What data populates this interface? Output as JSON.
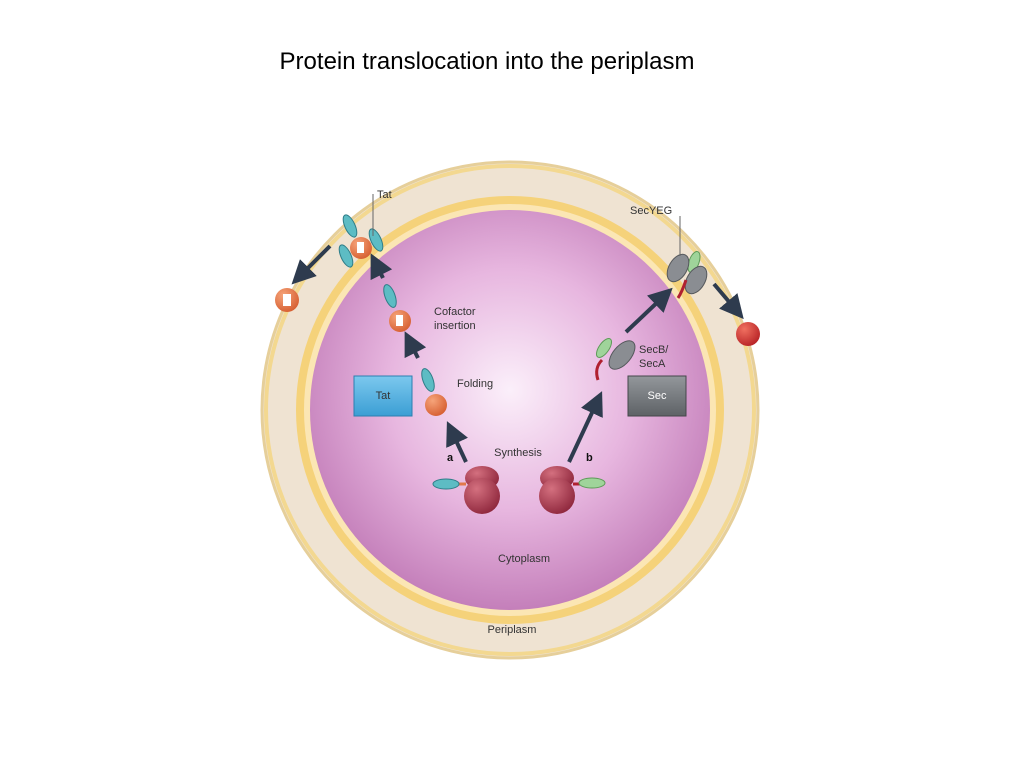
{
  "title": "Protein translocation into the periplasm",
  "labels": {
    "tat_top": "Tat",
    "secyeg": "SecYEG",
    "cofactor_line1": "Cofactor",
    "cofactor_line2": "insertion",
    "folding": "Folding",
    "tat_box": "Tat",
    "secb_line1": "SecB/",
    "secb_line2": "SecA",
    "sec_box": "Sec",
    "synthesis": "Synthesis",
    "path_a": "a",
    "path_b": "b",
    "cytoplasm": "Cytoplasm",
    "periplasm": "Periplasm"
  },
  "colors": {
    "periplasm_fill": "#efe3d2",
    "membrane": "#f3cd6c",
    "cytoplasm_center": "#fbeefa",
    "cytoplasm_edge": "#cc8cc4",
    "tat_box": "#5fb6e2",
    "sec_box": "#7a7d80",
    "ribosome": "#a3364a",
    "protein_orange": "#e2784a",
    "signal_teal": "#5dbcc4",
    "signal_green": "#9fd49a",
    "sec_channel": "#8a8d92",
    "signal_red": "#b02030",
    "arrow": "#2e3b4e"
  }
}
